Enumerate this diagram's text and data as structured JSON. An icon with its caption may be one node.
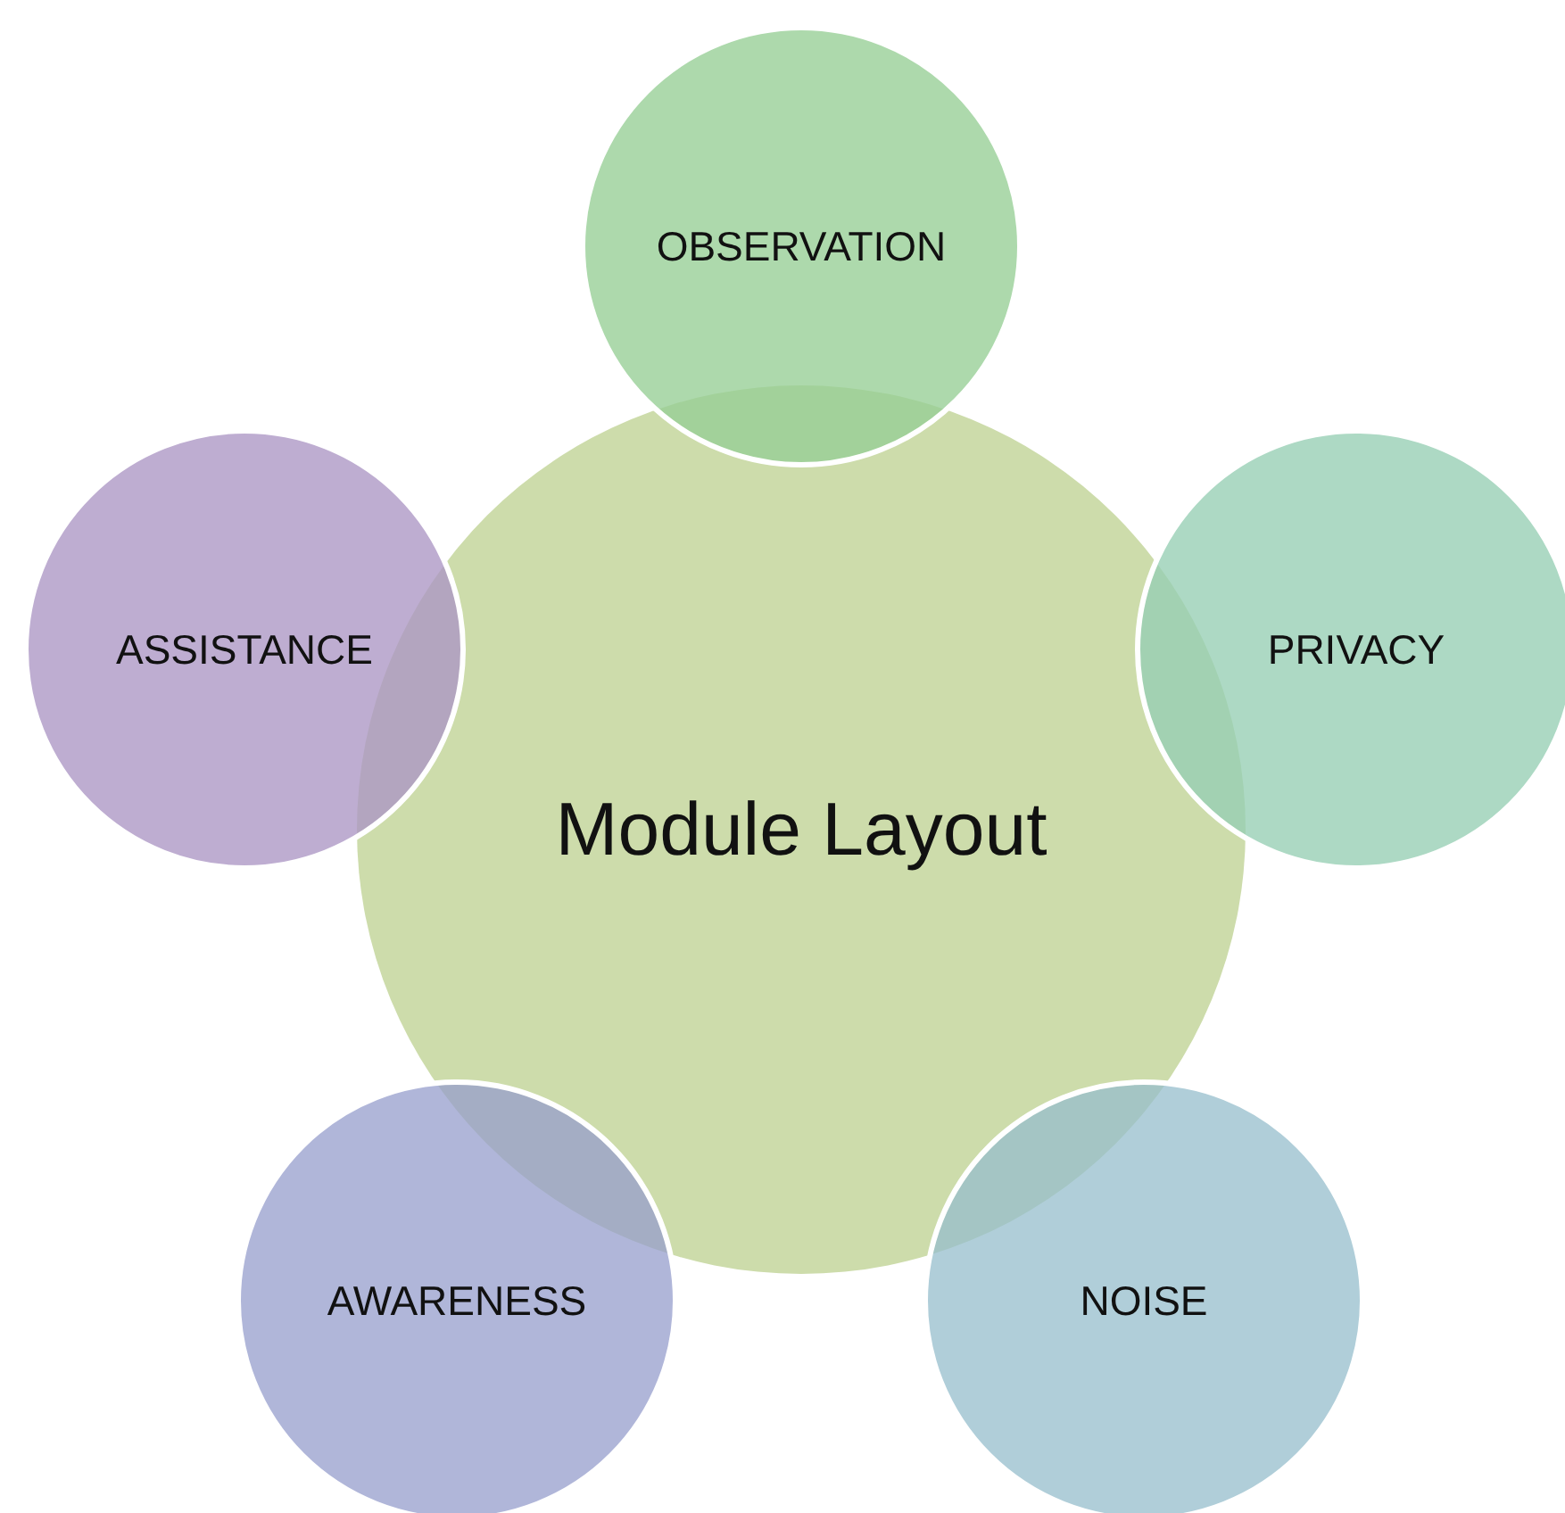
{
  "diagram": {
    "nodes": [
      {
        "text": [
          "OBSERVATION"
        ]
      },
      {
        "text": [
          "ASSISTANCE"
        ]
      },
      {
        "text": [
          "PRIVACY"
        ]
      },
      {
        "text": [
          "Module Layout"
        ]
      },
      {
        "text": [
          "AWARENESS"
        ]
      },
      {
        "text": [
          "NOISE"
        ]
      }
    ],
    "edges": []
  }
}
